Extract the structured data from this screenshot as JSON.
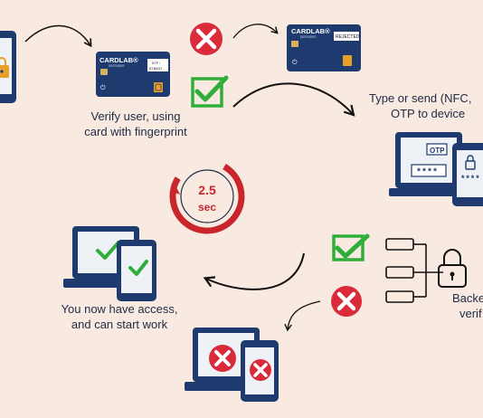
{
  "captions": {
    "verify_line1": "Verify user, using",
    "verify_line2": "card with fingerprint",
    "otp_line1": "Type or send (NFC,",
    "otp_line2": "OTP to device",
    "access_line1": "You now have access,",
    "access_line2": "and can start work",
    "backend_line1": "Backe",
    "backend_line2": "verif"
  },
  "card_main": {
    "brand": "CARDLAB®",
    "sub": "DEFENDER",
    "sticker_line1": "OTP:",
    "sticker_line2": "678837"
  },
  "card_rejected": {
    "brand": "CARDLAB®",
    "sub": "DEFENDER",
    "sticker": "REJECTED"
  },
  "timer": {
    "value": "2.5",
    "unit": "sec"
  },
  "otp_screen": {
    "label": "OTP",
    "code": "****",
    "phone_code": "****"
  },
  "colors": {
    "navy": "#1f3a6e",
    "red": "#d92b3a",
    "green": "#2fae3a",
    "screen": "#eef2f7",
    "timer_red": "#c9262c",
    "background": "#f8eae0"
  }
}
